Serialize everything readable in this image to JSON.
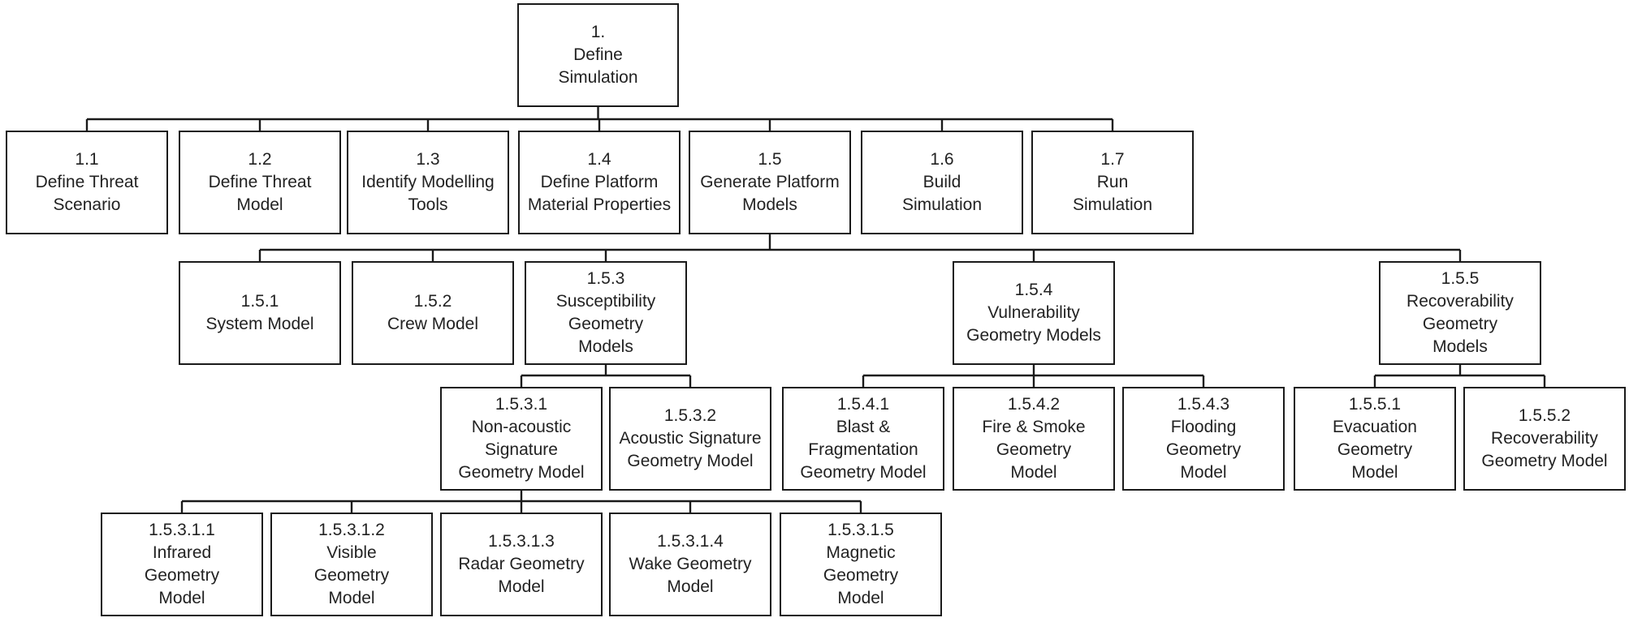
{
  "nodes": {
    "n1": [
      "1.",
      "Define",
      "Simulation"
    ],
    "n1_1": [
      "1.1",
      "Define Threat",
      "Scenario"
    ],
    "n1_2": [
      "1.2",
      "Define Threat",
      "Model"
    ],
    "n1_3": [
      "1.3",
      "Identify Modelling",
      "Tools"
    ],
    "n1_4": [
      "1.4",
      "Define Platform",
      "Material Properties"
    ],
    "n1_5": [
      "1.5",
      "Generate Platform",
      "Models"
    ],
    "n1_6": [
      "1.6",
      "Build",
      "Simulation"
    ],
    "n1_7": [
      "1.7",
      "Run",
      "Simulation"
    ],
    "n1_5_1": [
      "1.5.1",
      "System Model"
    ],
    "n1_5_2": [
      "1.5.2",
      "Crew Model"
    ],
    "n1_5_3": [
      "1.5.3",
      "Susceptibility",
      "Geometry",
      "Models"
    ],
    "n1_5_4": [
      "1.5.4",
      "Vulnerability",
      "Geometry Models"
    ],
    "n1_5_5": [
      "1.5.5",
      "Recoverability",
      "Geometry",
      "Models"
    ],
    "n1_5_3_1": [
      "1.5.3.1",
      "Non-acoustic",
      "Signature",
      "Geometry Model"
    ],
    "n1_5_3_2": [
      "1.5.3.2",
      "Acoustic Signature",
      "Geometry Model"
    ],
    "n1_5_4_1": [
      "1.5.4.1",
      "Blast &",
      "Fragmentation",
      "Geometry Model"
    ],
    "n1_5_4_2": [
      "1.5.4.2",
      "Fire & Smoke",
      "Geometry",
      "Model"
    ],
    "n1_5_4_3": [
      "1.5.4.3",
      "Flooding",
      "Geometry",
      "Model"
    ],
    "n1_5_5_1": [
      "1.5.5.1",
      "Evacuation",
      "Geometry",
      "Model"
    ],
    "n1_5_5_2": [
      "1.5.5.2",
      "Recoverability",
      "Geometry Model"
    ],
    "n1_5_3_1_1": [
      "1.5.3.1.1",
      "Infrared",
      "Geometry",
      "Model"
    ],
    "n1_5_3_1_2": [
      "1.5.3.1.2",
      "Visible",
      "Geometry",
      "Model"
    ],
    "n1_5_3_1_3": [
      "1.5.3.1.3",
      "Radar Geometry",
      "Model"
    ],
    "n1_5_3_1_4": [
      "1.5.3.1.4",
      "Wake Geometry",
      "Model"
    ],
    "n1_5_3_1_5": [
      "1.5.3.1.5",
      "Magnetic",
      "Geometry",
      "Model"
    ]
  },
  "edges": [
    [
      "n1",
      [
        "n1_1",
        "n1_2",
        "n1_3",
        "n1_4",
        "n1_5",
        "n1_6",
        "n1_7"
      ]
    ],
    [
      "n1_5",
      [
        "n1_5_1",
        "n1_5_2",
        "n1_5_3",
        "n1_5_4",
        "n1_5_5"
      ]
    ],
    [
      "n1_5_3",
      [
        "n1_5_3_1",
        "n1_5_3_2"
      ]
    ],
    [
      "n1_5_4",
      [
        "n1_5_4_1",
        "n1_5_4_2",
        "n1_5_4_3"
      ]
    ],
    [
      "n1_5_5",
      [
        "n1_5_5_1",
        "n1_5_5_2"
      ]
    ],
    [
      "n1_5_3_1",
      [
        "n1_5_3_1_1",
        "n1_5_3_1_2",
        "n1_5_3_1_3",
        "n1_5_3_1_4",
        "n1_5_3_1_5"
      ]
    ]
  ]
}
